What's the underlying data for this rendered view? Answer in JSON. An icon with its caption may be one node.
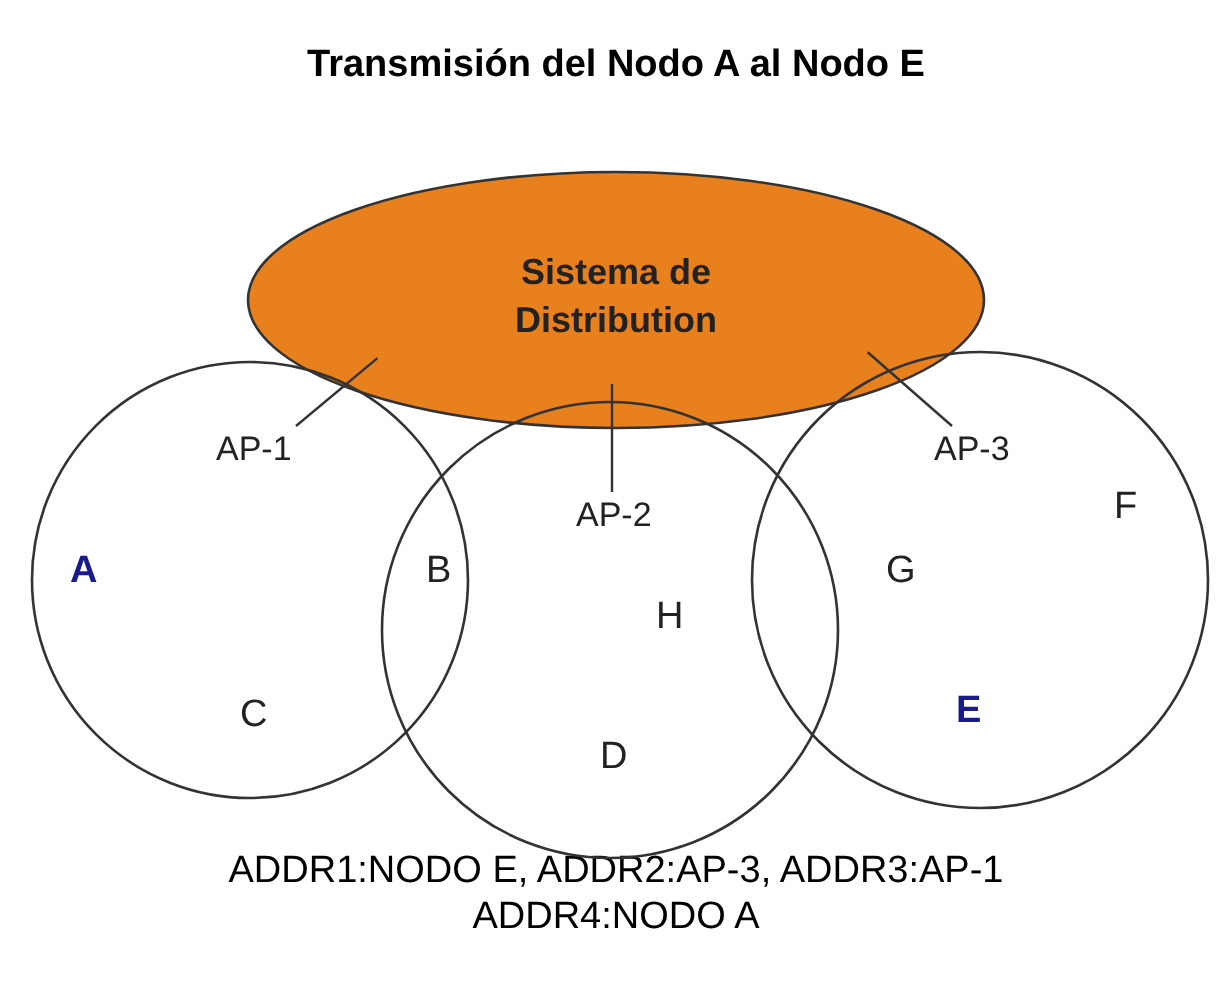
{
  "diagram": {
    "title": "Transmisión del Nodo A al Nodo E",
    "caption": "ADDR1:NODO E, ADDR2:AP-3, ADDR3:AP-1 ADDR4:NODO A",
    "nodes": [
      {
        "text": [
          "Sistema de Distribution"
        ]
      },
      {
        "text": [],
        "shape": "circle"
      },
      {
        "text": [],
        "shape": "circle"
      },
      {
        "text": [],
        "shape": "circle"
      },
      {
        "text": [
          "AP-1"
        ],
        "in": 1
      },
      {
        "text": [
          "AP-2"
        ],
        "in": 2
      },
      {
        "text": [
          "AP-3"
        ],
        "in": 3
      }
    ],
    "edges": [
      {
        "from": 4,
        "to": 0,
        "arrow": "none"
      },
      {
        "from": 5,
        "to": 0,
        "arrow": "none"
      },
      {
        "from": 6,
        "to": 0,
        "arrow": "none"
      }
    ],
    "labels": [
      "F",
      "A",
      "B",
      "G",
      "H",
      "C",
      "E",
      "D"
    ]
  }
}
